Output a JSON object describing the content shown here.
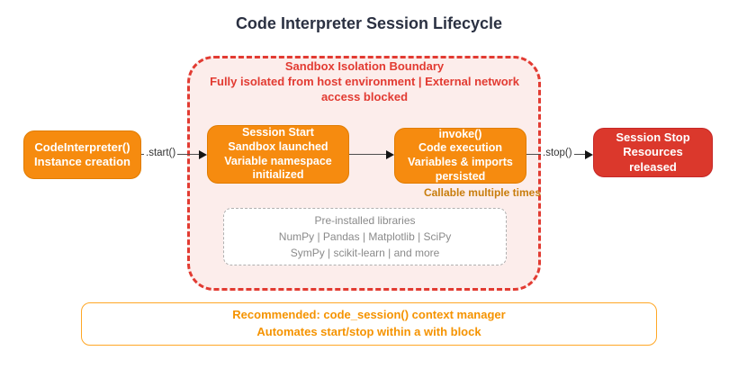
{
  "title": "Code Interpreter Session Lifecycle",
  "boundary": {
    "title": "Sandbox Isolation Boundary",
    "subtitle_line1": "Fully isolated from host environment | External network",
    "subtitle_line2": "access blocked"
  },
  "nodes": {
    "code_interpreter": {
      "lines": [
        "CodeInterpreter()",
        "Instance creation"
      ]
    },
    "session_start": {
      "lines": [
        "Session Start",
        "Sandbox launched",
        "Variable namespace initialized"
      ]
    },
    "invoke": {
      "lines": [
        "invoke()",
        "Code execution",
        "Variables & imports persisted"
      ],
      "note": "Callable multiple times"
    },
    "session_stop": {
      "lines": [
        "Session Stop",
        "Resources released"
      ]
    }
  },
  "edges": {
    "start_label": ".start()",
    "stop_label": ".stop()"
  },
  "libraries_box": {
    "lines": [
      "Pre-installed libraries",
      "NumPy | Pandas | Matplotlib | SciPy",
      "SymPy | scikit-learn | and more"
    ]
  },
  "recommendation_box": {
    "lines": [
      "Recommended: code_session() context manager",
      "Automates start/stop within a with block"
    ]
  },
  "colors": {
    "title_dark": "#2b3142",
    "node_orange": "#f68b0f",
    "node_red": "#db382c",
    "boundary_red": "#e23b32",
    "boundary_fill": "#fcedeb",
    "note_orange": "#c87d0d",
    "recommendation_orange": "#f59300",
    "recommendation_border": "#ffa726",
    "libraries_gray": "#8a8a8a"
  }
}
